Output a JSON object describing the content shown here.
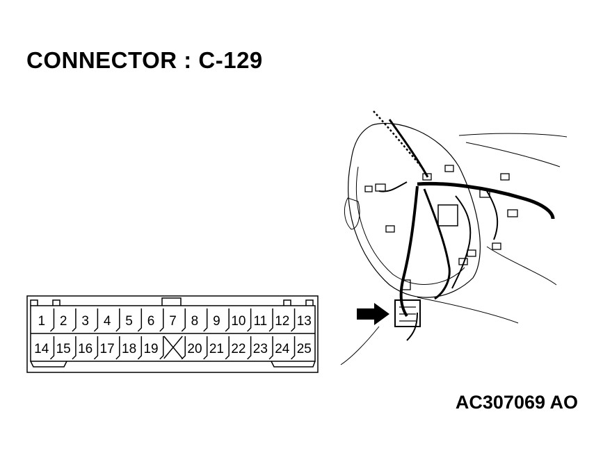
{
  "title": "CONNECTOR : C-129",
  "code": "AC307069 AO",
  "connector": {
    "top_row": [
      "1",
      "2",
      "3",
      "4",
      "5",
      "6",
      "7",
      "8",
      "9",
      "10",
      "11",
      "12",
      "13"
    ],
    "bottom_row": [
      "14",
      "15",
      "16",
      "17",
      "18",
      "19",
      "",
      "20",
      "21",
      "22",
      "23",
      "24",
      "25"
    ],
    "empty_cavity_index": 6
  },
  "colors": {
    "line": "#000000",
    "background": "#ffffff"
  },
  "icons": [
    "arrow-pointer-icon",
    "empty-cavity-x-icon"
  ]
}
